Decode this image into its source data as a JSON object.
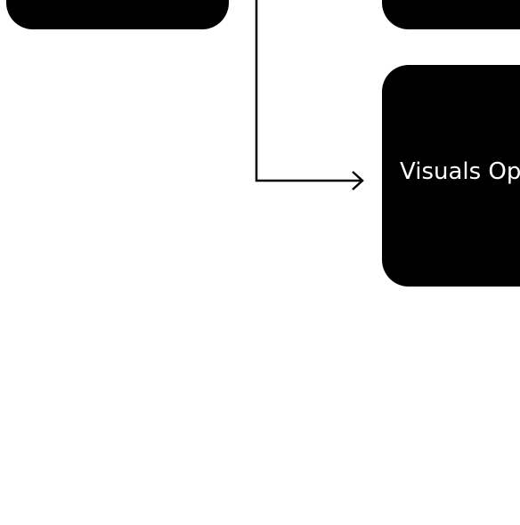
{
  "diagram": {
    "nodes": [
      {
        "id": "node-top-left",
        "label": ""
      },
      {
        "id": "node-top-right",
        "label": ""
      },
      {
        "id": "node-visuals",
        "label": "Visuals Op"
      }
    ],
    "edges": [
      {
        "from": "node-top-left",
        "to": "node-visuals",
        "arrow": "open-chevron"
      }
    ],
    "colors": {
      "background": "#ffffff",
      "node_fill": "#000000",
      "node_text": "#ffffff",
      "connector": "#000000"
    }
  }
}
